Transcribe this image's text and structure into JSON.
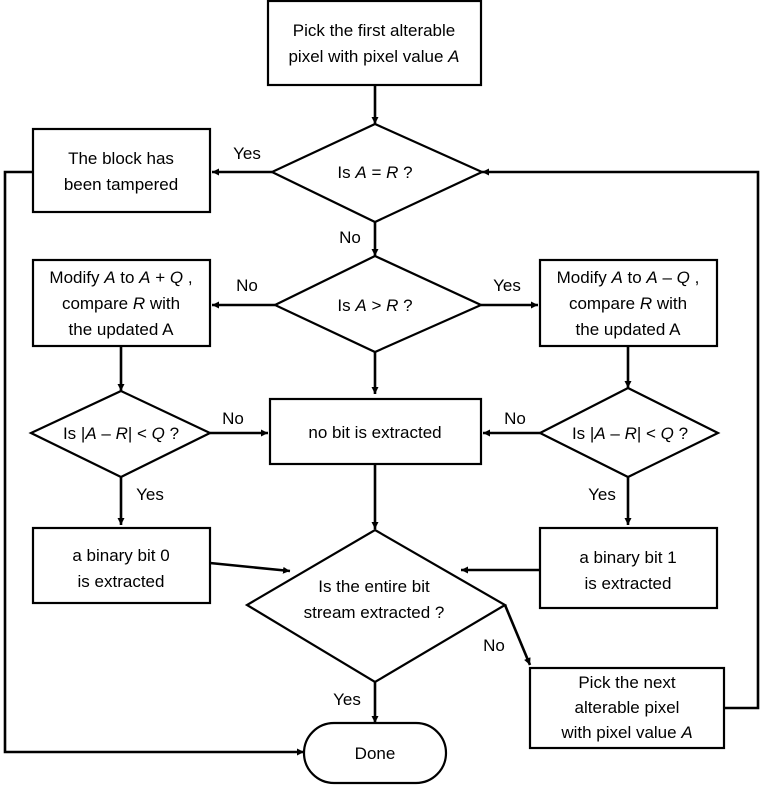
{
  "colors": {
    "stroke": "#000000",
    "fill": "#ffffff",
    "text": "#000000"
  },
  "nodes": {
    "start": {
      "line1": "Pick the first alterable",
      "line2_text": "pixel with pixel value ",
      "line2_var": "A"
    },
    "d_eq": {
      "pre": "Is ",
      "var1": "A",
      "mid": " = ",
      "var2": "R",
      "post": " ?"
    },
    "tampered": {
      "line1": "The block has",
      "line2": "been tampered"
    },
    "d_gt": {
      "pre": "Is ",
      "var1": "A",
      "mid": " > ",
      "var2": "R",
      "post": " ?"
    },
    "mod_plus": {
      "line1": {
        "t1": "Modify ",
        "v1": "A",
        "t2": " to ",
        "v2": "A",
        "t3": " + ",
        "v3": "Q",
        "t4": " ,"
      },
      "line2": {
        "t1": "compare ",
        "v1": "R",
        "t2": " with"
      },
      "line3": "the updated A"
    },
    "mod_minus": {
      "line1": {
        "t1": "Modify ",
        "v1": "A",
        "t2": " to ",
        "v2": "A",
        "t3": " – ",
        "v3": "Q",
        "t4": " ,"
      },
      "line2": {
        "t1": "compare ",
        "v1": "R",
        "t2": " with"
      },
      "line3": "the updated A"
    },
    "d_abs_left": {
      "t1": "Is |",
      "v1": "A",
      "t2": " – ",
      "v2": "R",
      "t3": "| < ",
      "v3": "Q",
      "t4": " ?"
    },
    "d_abs_right": {
      "t1": "Is |",
      "v1": "A",
      "t2": " – ",
      "v2": "R",
      "t3": "| < ",
      "v3": "Q",
      "t4": " ?"
    },
    "no_bit": {
      "label": "no bit is extracted"
    },
    "bit0": {
      "line1": "a binary bit 0",
      "line2": "is extracted"
    },
    "bit1": {
      "line1": "a binary bit 1",
      "line2": "is extracted"
    },
    "d_entire": {
      "line1": "Is the entire bit",
      "line2": "stream extracted ?"
    },
    "pick_next": {
      "line1": "Pick the next",
      "line2": "alterable pixel",
      "line3_text": "with pixel value ",
      "line3_var": "A"
    },
    "done": {
      "label": "Done"
    }
  },
  "edge_labels": {
    "eq_yes": "Yes",
    "eq_no": "No",
    "gt_no": "No",
    "gt_yes": "Yes",
    "abs_left_no": "No",
    "abs_left_yes": "Yes",
    "abs_right_no": "No",
    "abs_right_yes": "Yes",
    "entire_no": "No",
    "entire_yes": "Yes"
  }
}
